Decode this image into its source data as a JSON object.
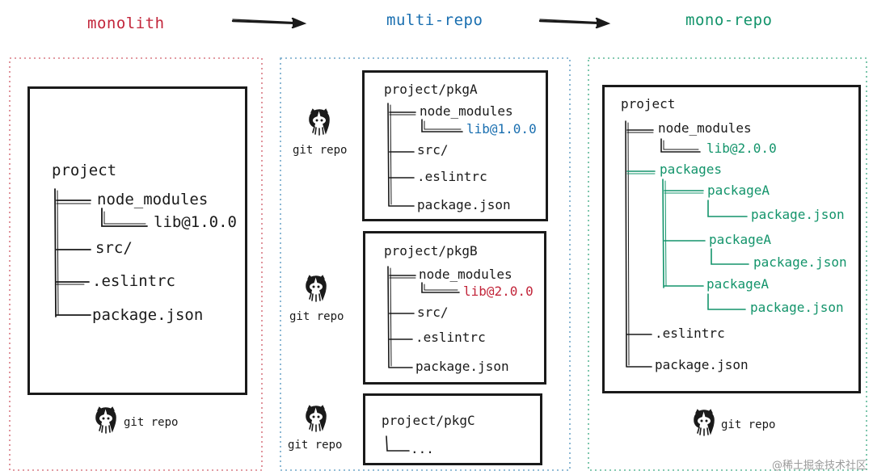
{
  "titles": {
    "monolith": "monolith",
    "multi_repo": "multi-repo",
    "mono_repo": "mono-repo"
  },
  "colors": {
    "red": "#c2253a",
    "blue": "#1a6fb0",
    "green": "#13946b",
    "ink": "#1a1a1a"
  },
  "monolith": {
    "root": "project",
    "node_modules": "node_modules",
    "lib": "lib@1.0.0",
    "src": "src/",
    "eslintrc": ".eslintrc",
    "package_json": "package.json",
    "git_label": "git repo",
    "git_icon": "github-octocat-icon"
  },
  "multi_repo": {
    "pkgA": {
      "root": "project/pkgA",
      "node_modules": "node_modules",
      "lib": "lib@1.0.0",
      "src": "src/",
      "eslintrc": ".eslintrc",
      "package_json": "package.json",
      "git_label": "git repo"
    },
    "pkgB": {
      "root": "project/pkgB",
      "node_modules": "node_modules",
      "lib": "lib@2.0.0",
      "src": "src/",
      "eslintrc": ".eslintrc",
      "package_json": "package.json",
      "git_label": "git repo"
    },
    "pkgC": {
      "root": "project/pkgC",
      "ellipsis": "...",
      "git_label": "git repo"
    }
  },
  "mono_repo": {
    "root": "project",
    "node_modules": "node_modules",
    "lib": "lib@2.0.0",
    "packages": "packages",
    "package_a_1": "packageA",
    "package_a_1_json": "package.json",
    "package_a_2": "packageA",
    "package_a_2_json": "package.json",
    "package_a_3": "packageA",
    "package_a_3_json": "package.json",
    "eslintrc": ".eslintrc",
    "package_json": "package.json",
    "git_label": "git repo"
  },
  "watermark": "@稀土掘金技术社区"
}
